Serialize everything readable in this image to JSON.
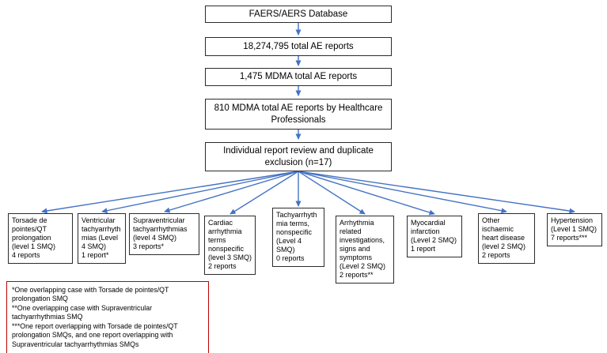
{
  "flow": [
    "FAERS/AERS Database",
    "18,274,795 total AE reports",
    "1,475 MDMA total AE reports",
    "810 MDMA total AE reports by Healthcare Professionals",
    "Individual report review and duplicate exclusion (n=17)"
  ],
  "outcomes": [
    {
      "label": "Torsade de pointes/QT prolongation (level 1 SMQ)",
      "count": "4 reports"
    },
    {
      "label": "Ventricular tachyarrhythmias (Level 4 SMQ)",
      "count": "1 report*"
    },
    {
      "label": "Supraventricular tachyarrhythmias (level 4 SMQ)",
      "count": "3 reports*"
    },
    {
      "label": "Cardiac arrhythmia terms nonspecific (level 3 SMQ)",
      "count": "2 reports"
    },
    {
      "label": "Tachyarrhythmia terms, nonspecific (Level 4 SMQ)",
      "count": "0 reports"
    },
    {
      "label": "Arrhythmia related investigations, signs and symptoms (Level 2 SMQ)",
      "count": "2 reports**"
    },
    {
      "label": "Myocardial infarction (Level 2 SMQ)",
      "count": "1 report"
    },
    {
      "label": "Other ischaemic heart disease (level 2 SMQ)",
      "count": "2 reports"
    },
    {
      "label": "Hypertension (Level 1 SMQ)",
      "count": "7 reports***"
    }
  ],
  "footnotes": [
    "*One overlapping case with Torsade de pointes/QT prolongation SMQ",
    "**One overlapping case with Supraventricular tachyarrhythmias SMQ",
    "***One report overlapping with Torsade de pointes/QT prolongation SMQs, and one report overlapping with Supraventricular tachyarrhythmias SMQs"
  ],
  "colors": {
    "arrow": "#4472C4",
    "footnote_border": "#C00000",
    "box_border": "#2B2B2B"
  }
}
